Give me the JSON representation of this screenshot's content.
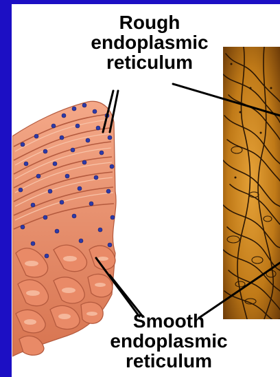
{
  "labels": {
    "rough_er": [
      "Rough",
      "endoplasmic",
      "reticulum"
    ],
    "smooth_er": [
      "Smooth",
      "endoplasmic",
      "reticulum"
    ]
  },
  "colors": {
    "slide_background": "#1c0fc4",
    "panel_background": "#ffffff",
    "membrane": "#e98a67",
    "membrane_shadow": "#b45a3e",
    "ribosome": "#2d3aa8",
    "micrograph_base": "#c07a18",
    "micrograph_lines": "#2a1604"
  }
}
